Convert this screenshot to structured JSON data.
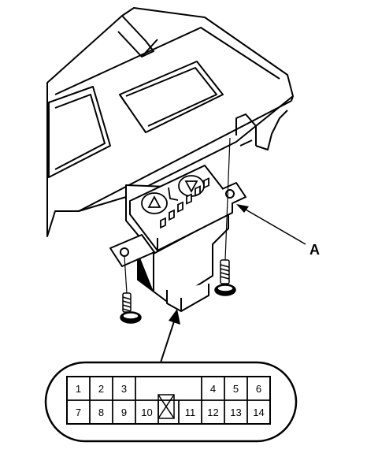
{
  "callout": {
    "label": "A"
  },
  "connector": {
    "top_row": [
      "1",
      "2",
      "3",
      "4",
      "5",
      "6"
    ],
    "bottom_row": [
      "7",
      "8",
      "9",
      "10",
      "11",
      "12",
      "13",
      "14"
    ]
  }
}
